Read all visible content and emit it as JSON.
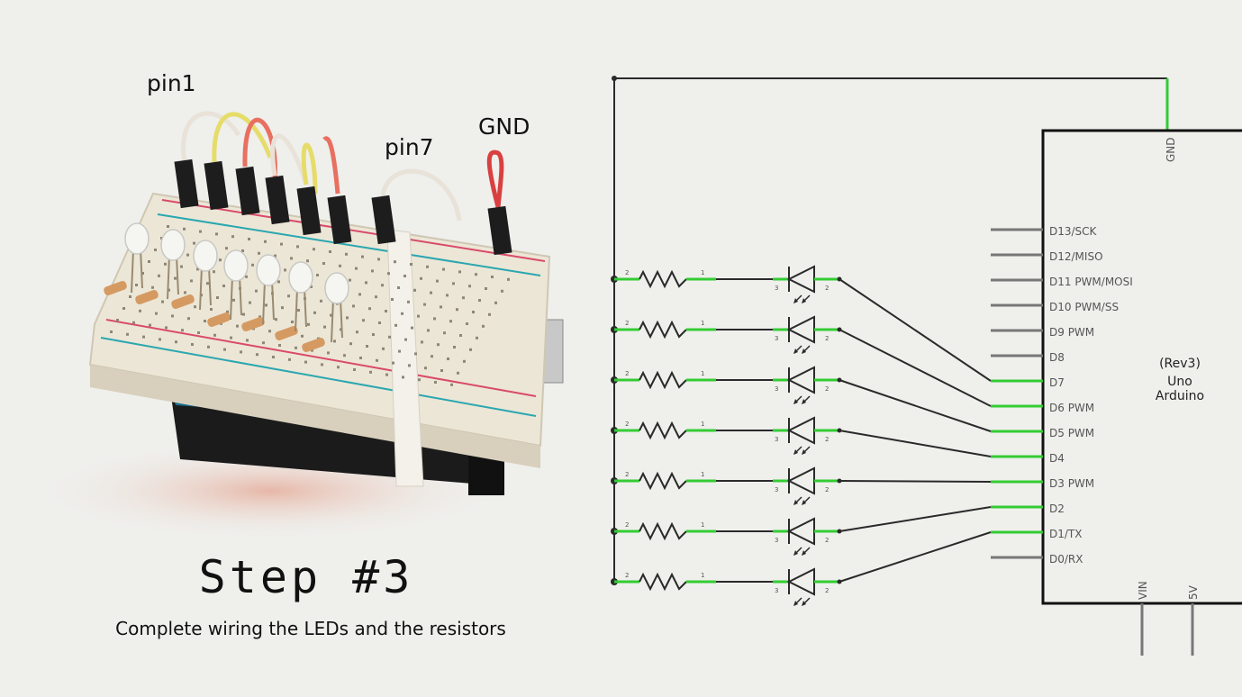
{
  "photo": {
    "labels": {
      "pin1": "pin1",
      "pin7": "pin7",
      "gnd": "GND"
    },
    "step_title": "Step #3",
    "step_subtitle": "Complete wiring the LEDs and the resistors"
  },
  "board": {
    "name": "Arduino",
    "model": "Uno",
    "rev": "(Rev3)",
    "top_pin": "GND",
    "left_pins": [
      "D13/SCK",
      "D12/MISO",
      "D11 PWM/MOSI",
      "D10 PWM/SS",
      "D9 PWM",
      "D8",
      "D7",
      "D6 PWM",
      "D5 PWM",
      "D4",
      "D3 PWM",
      "D2",
      "D1/TX",
      "D0/RX"
    ],
    "bottom_pins": [
      "VIN",
      "5V"
    ]
  },
  "circuit": {
    "rows": 7,
    "row_to_pin": [
      "D7",
      "D6 PWM",
      "D5 PWM",
      "D4",
      "D3 PWM",
      "D2",
      "D1/TX"
    ],
    "resistor_pin_labels": [
      "2",
      "1"
    ],
    "led_pin_labels": [
      "3",
      "2"
    ]
  },
  "colors": {
    "wire": "#2a2a2a",
    "highlight": "#33cc33",
    "pin_line": "#777777",
    "breadboard": "#ece6d6",
    "arduino": "#1c6d8c"
  }
}
